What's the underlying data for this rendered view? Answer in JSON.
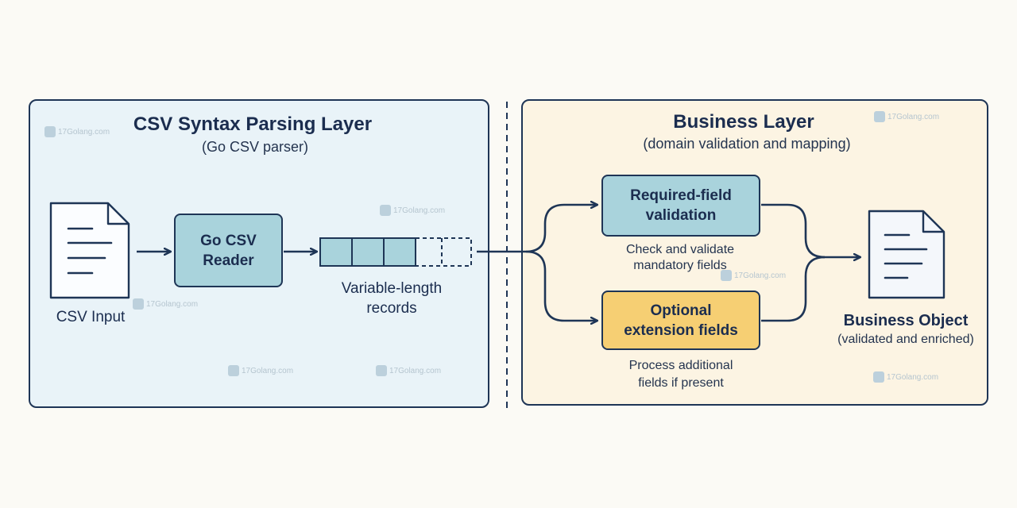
{
  "left_panel": {
    "title": "CSV Syntax Parsing Layer",
    "subtitle": "(Go CSV parser)",
    "csv_input_label": "CSV Input",
    "reader_line1": "Go CSV",
    "reader_line2": "Reader",
    "records_line1": "Variable-length",
    "records_line2": "records"
  },
  "right_panel": {
    "title": "Business Layer",
    "subtitle": "(domain validation and mapping)",
    "required_line1": "Required-field",
    "required_line2": "validation",
    "required_caption_line1": "Check and validate",
    "required_caption_line2": "mandatory fields",
    "optional_line1": "Optional",
    "optional_line2": "extension fields",
    "optional_caption_line1": "Process additional",
    "optional_caption_line2": "fields if present",
    "output_label": "Business Object",
    "output_caption": "(validated and enriched)"
  },
  "watermark": "17Golang.com",
  "colors": {
    "left_panel_bg": "#e9f3f8",
    "right_panel_bg": "#fcf4e3",
    "stroke": "#1e3556",
    "teal_box": "#a9d3dc",
    "yellow_box": "#f6cf73"
  }
}
